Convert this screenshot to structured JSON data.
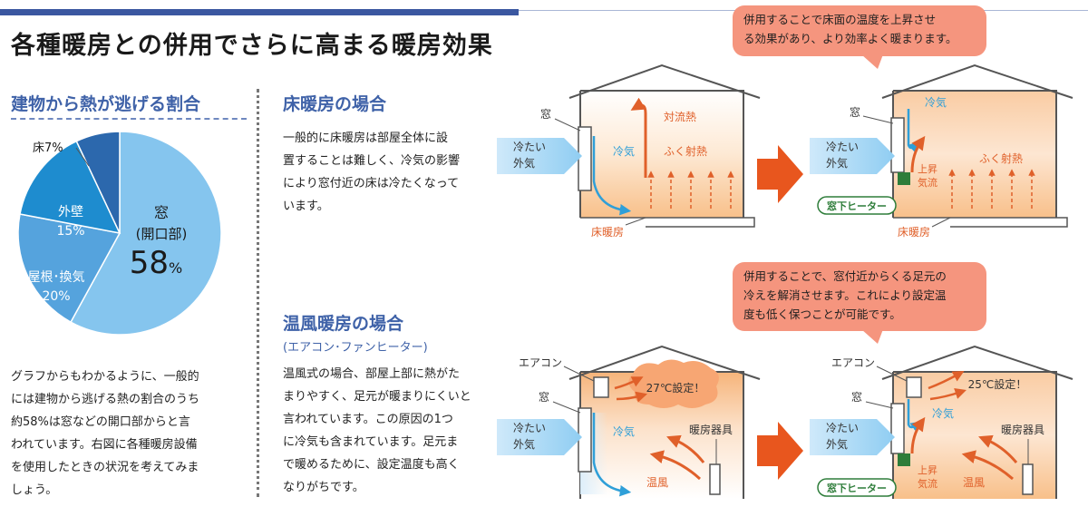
{
  "title": "各種暖房との併用でさらに高まる暖房効果",
  "left": {
    "heading": "建物から熱が逃げる割合",
    "pie": {
      "slices": [
        {
          "label": "窓",
          "sub": "(開口部)",
          "value": 58,
          "value_text": "58",
          "unit": "%",
          "color": "#85c5ee"
        },
        {
          "label": "屋根･換気",
          "value": 20,
          "value_text": "20%",
          "color": "#55a3dd"
        },
        {
          "label": "外壁",
          "value": 15,
          "value_text": "15%",
          "color": "#1e8ccf"
        },
        {
          "label": "床7%",
          "value": 7,
          "color": "#2c68ad"
        }
      ]
    },
    "para": [
      "グラフからもわかるように、一般的",
      "には建物から逃げる熱の割合のうち",
      "約58%は窓などの開口部からと言",
      "われています。右図に各種暖房設備",
      "を使用したときの状況を考えてみま",
      "しょう。"
    ]
  },
  "sec1": {
    "heading": "床暖房の場合",
    "para": [
      "一般的に床暖房は部屋全体に設",
      "置することは難しく、冷気の影響",
      "により窓付近の床は冷たくなって",
      "います。"
    ]
  },
  "sec2": {
    "heading": "温風暖房の場合",
    "subheading": "(エアコン･ファンヒーター)",
    "para": [
      "温風式の場合、部屋上部に熱がた",
      "まりやすく、足元が暖まりにくいと",
      "言われています。この原因の1つ",
      "に冷気も含まれています。足元ま",
      "で暖めるために、設定温度も高く",
      "なりがちです。"
    ]
  },
  "bubbles": {
    "top": [
      "併用することで床面の温度を上昇させ",
      "る効果があり、より効率よく暖まります。"
    ],
    "bottom": [
      "併用することで、窓付近からくる足元の",
      "冷えを解消させます。これにより設定温",
      "度も低く保つことが可能です。"
    ]
  },
  "labels": {
    "window": "窓",
    "cold_outside": [
      "冷たい",
      "外気"
    ],
    "cold_air": "冷気",
    "convection": "対流熱",
    "radiant": "ふく射熱",
    "floor_heating": "床暖房",
    "heater": "窓下ヒーター",
    "rising": [
      "上昇",
      "気流"
    ],
    "aircon": "エアコン",
    "set27": "27℃設定！",
    "set25": "25℃設定！",
    "heating_device": "暖房器具",
    "warm_air": "温風"
  },
  "colors": {
    "accent_blue": "#3f62a8",
    "bubble": "#f5957e",
    "big_arrow": "#e8561e",
    "heater_green": "#2e7d3a",
    "warm_text": "#e0602a",
    "cold_text": "#2f9fd8"
  }
}
